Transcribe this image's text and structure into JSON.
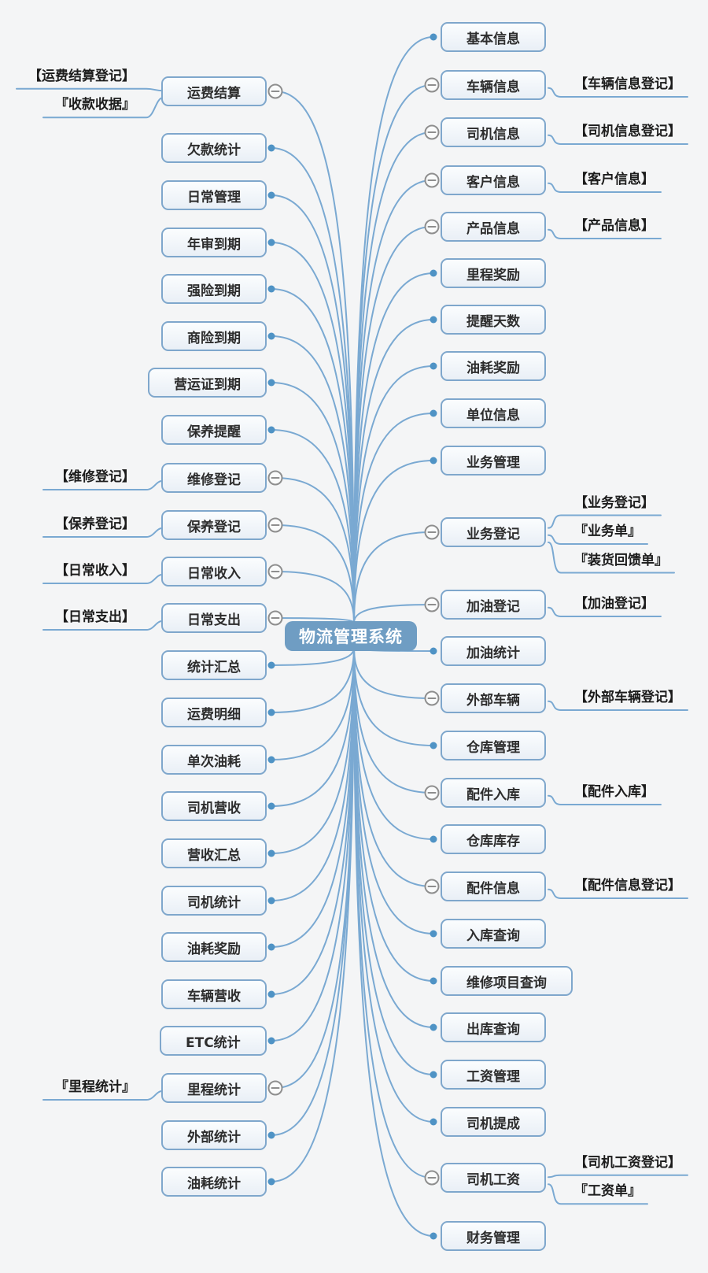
{
  "type": "mindmap",
  "center": {
    "label": "物流管理系统"
  },
  "colors": {
    "background": "#f4f5f6",
    "node_border": "#7fa7cc",
    "node_fill_top": "#fbfdfe",
    "node_fill_bottom": "#e9eff6",
    "node_text": "#2d2d2d",
    "center_fill": "#6f9dc3",
    "center_text": "#ffffff",
    "edge": "#7aa9d2",
    "dot": "#4f93c5",
    "collapse_stroke": "#8e8e8e",
    "sub_text": "#1c1c1c"
  },
  "icons": {
    "collapse": "minus-circle-icon",
    "leaf_endpoint": "link-dot-icon"
  },
  "left_branches": [
    {
      "label": "运费结算",
      "children": [
        "【运费结算登记】",
        "『收款收据』"
      ]
    },
    {
      "label": "欠款统计",
      "children": []
    },
    {
      "label": "日常管理",
      "children": []
    },
    {
      "label": "年审到期",
      "children": []
    },
    {
      "label": "强险到期",
      "children": []
    },
    {
      "label": "商险到期",
      "children": []
    },
    {
      "label": "营运证到期",
      "children": []
    },
    {
      "label": "保养提醒",
      "children": []
    },
    {
      "label": "维修登记",
      "children": [
        "【维修登记】"
      ]
    },
    {
      "label": "保养登记",
      "children": [
        "【保养登记】"
      ]
    },
    {
      "label": "日常收入",
      "children": [
        "【日常收入】"
      ]
    },
    {
      "label": "日常支出",
      "children": [
        "【日常支出】"
      ]
    },
    {
      "label": "统计汇总",
      "children": []
    },
    {
      "label": "运费明细",
      "children": []
    },
    {
      "label": "单次油耗",
      "children": []
    },
    {
      "label": "司机营收",
      "children": []
    },
    {
      "label": "营收汇总",
      "children": []
    },
    {
      "label": "司机统计",
      "children": []
    },
    {
      "label": "油耗奖励",
      "children": []
    },
    {
      "label": "车辆营收",
      "children": []
    },
    {
      "label": "ETC统计",
      "children": []
    },
    {
      "label": "里程统计",
      "children": [
        "『里程统计』"
      ]
    },
    {
      "label": "外部统计",
      "children": []
    },
    {
      "label": "油耗统计",
      "children": []
    }
  ],
  "right_branches": [
    {
      "label": "基本信息",
      "children": []
    },
    {
      "label": "车辆信息",
      "children": [
        "【车辆信息登记】"
      ]
    },
    {
      "label": "司机信息",
      "children": [
        "【司机信息登记】"
      ]
    },
    {
      "label": "客户信息",
      "children": [
        "【客户信息】"
      ]
    },
    {
      "label": "产品信息",
      "children": [
        "【产品信息】"
      ]
    },
    {
      "label": "里程奖励",
      "children": []
    },
    {
      "label": "提醒天数",
      "children": []
    },
    {
      "label": "油耗奖励",
      "children": []
    },
    {
      "label": "单位信息",
      "children": []
    },
    {
      "label": "业务管理",
      "children": []
    },
    {
      "label": "业务登记",
      "children": [
        "【业务登记】",
        "『业务单』",
        "『装货回馈单』"
      ]
    },
    {
      "label": "加油登记",
      "children": [
        "【加油登记】"
      ]
    },
    {
      "label": "加油统计",
      "children": []
    },
    {
      "label": "外部车辆",
      "children": [
        "【外部车辆登记】"
      ]
    },
    {
      "label": "仓库管理",
      "children": []
    },
    {
      "label": "配件入库",
      "children": [
        "【配件入库】"
      ]
    },
    {
      "label": "仓库库存",
      "children": []
    },
    {
      "label": "配件信息",
      "children": [
        "【配件信息登记】"
      ]
    },
    {
      "label": "入库查询",
      "children": []
    },
    {
      "label": "维修项目查询",
      "children": []
    },
    {
      "label": "出库查询",
      "children": []
    },
    {
      "label": "工资管理",
      "children": []
    },
    {
      "label": "司机提成",
      "children": []
    },
    {
      "label": "司机工资",
      "children": [
        "【司机工资登记】",
        "『工资单』"
      ]
    },
    {
      "label": "财务管理",
      "children": []
    }
  ]
}
